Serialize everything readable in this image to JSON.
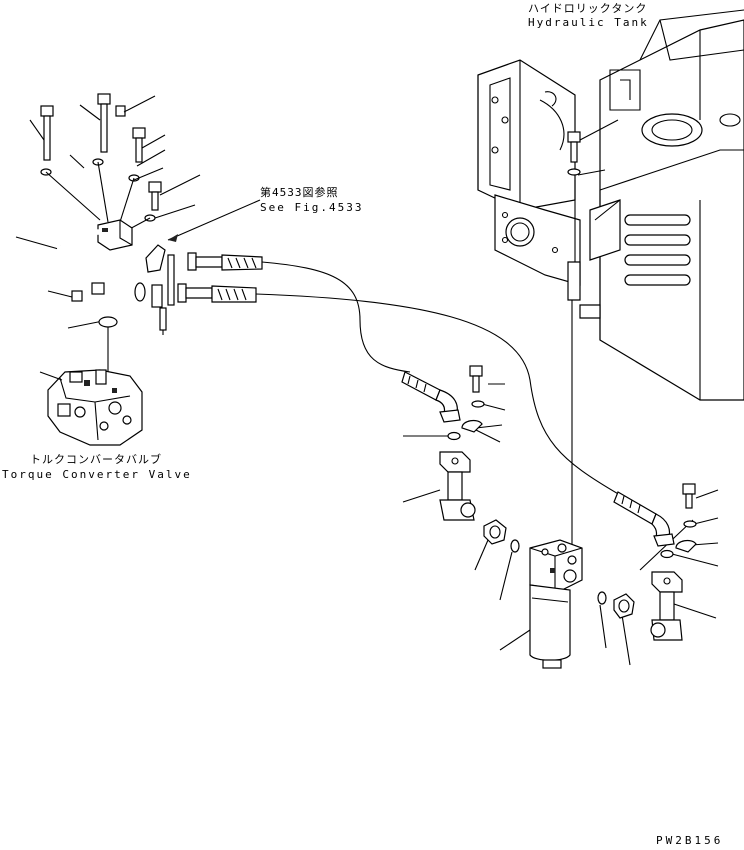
{
  "labels": {
    "hydraulic_tank_jp": "ハイドロリックタンク",
    "hydraulic_tank_en": "Hydraulic Tank",
    "see_fig_jp": "第4533図参照",
    "see_fig_en": "See Fig.4533",
    "torque_valve_jp": "トルクコンバータバルブ",
    "torque_valve_en": "Torque Converter Valve",
    "drawing_code": "PW2B156"
  }
}
